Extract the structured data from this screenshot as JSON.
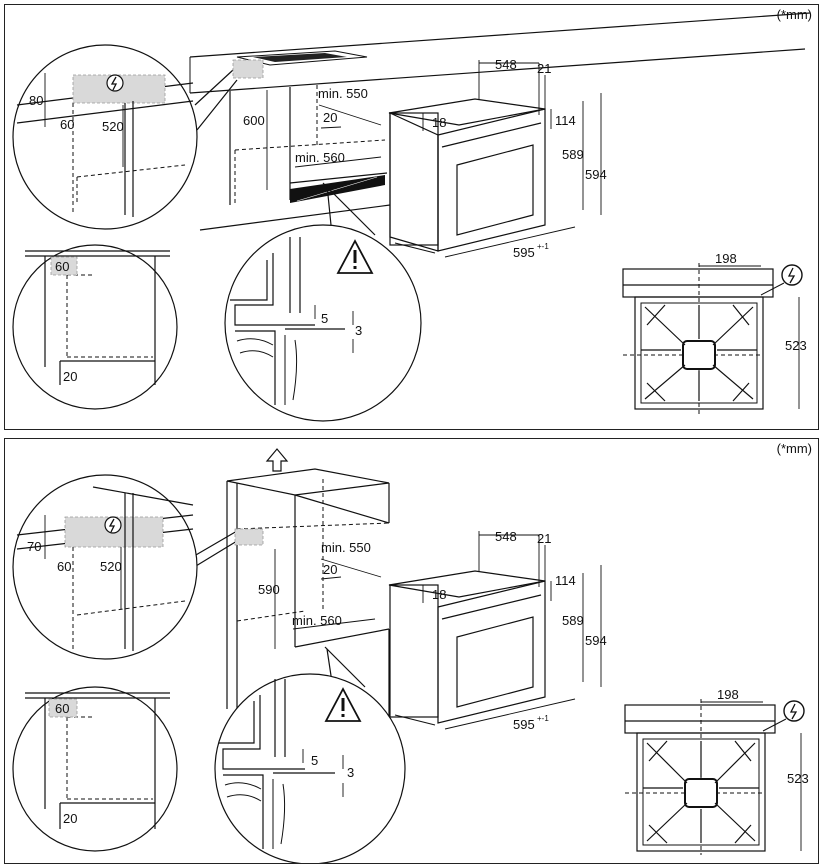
{
  "unit_label": "(*mm)",
  "panels": [
    {
      "install_type": "under-counter",
      "dims": {
        "height_80": "80",
        "depth_60": "60",
        "height_520": "520",
        "height_600": "600",
        "min_550": "min. 550",
        "gap_20": "20",
        "min_560": "min. 560",
        "detail_60": "60",
        "detail_20": "20",
        "gap_5": "5",
        "gap_3": "3",
        "oven_548": "548",
        "oven_21": "21",
        "oven_18": "18",
        "oven_114": "114",
        "oven_589": "589",
        "oven_594": "594",
        "oven_595": "595",
        "oven_595_tol": "+-1",
        "front_198": "198",
        "front_523": "523"
      }
    },
    {
      "install_type": "tall-unit",
      "dims": {
        "height_70": "70",
        "depth_60": "60",
        "height_520": "520",
        "height_590": "590",
        "min_550": "min. 550",
        "gap_20": "20",
        "min_560": "min. 560",
        "detail_60": "60",
        "detail_20": "20",
        "gap_5": "5",
        "gap_3": "3",
        "oven_548": "548",
        "oven_21": "21",
        "oven_18": "18",
        "oven_114": "114",
        "oven_589": "589",
        "oven_594": "594",
        "oven_595": "595",
        "oven_595_tol": "+-1",
        "front_198": "198",
        "front_523": "523"
      }
    }
  ],
  "icons": {
    "warning": "warning-triangle-icon",
    "electric": "electric-connection-icon",
    "arrow_up": "lift-arrow-icon"
  }
}
